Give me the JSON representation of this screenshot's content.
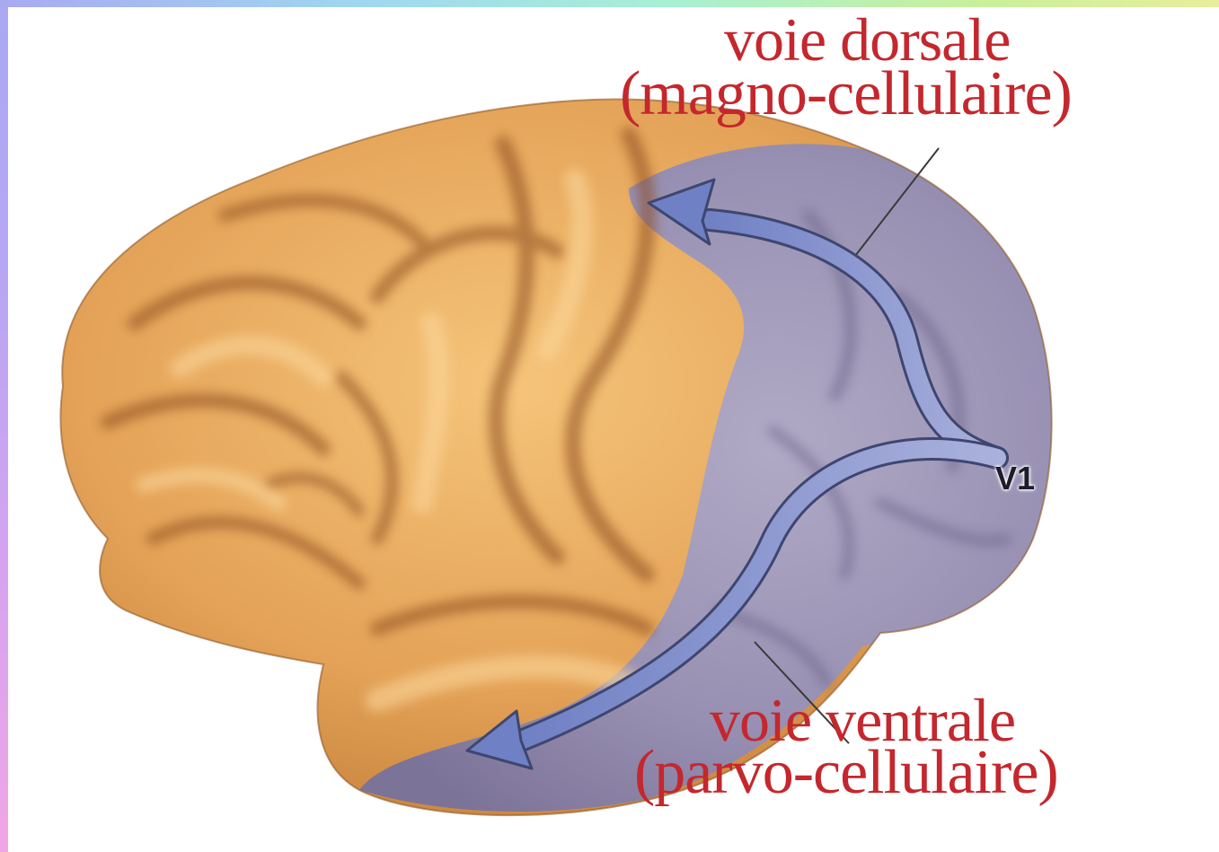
{
  "labels": {
    "dorsal_title": "voie dorsale",
    "dorsal_subtitle": "(magno-cellulaire)",
    "ventral_title": "voie ventrale",
    "ventral_subtitle": "(parvo-cellulaire)",
    "v1": "V1"
  },
  "colors": {
    "label_red": "#c4272d",
    "brain_orange": "#e0a052",
    "occipital_lilac": "#9e98b8",
    "pathway_blue": "#7f8fcb"
  }
}
